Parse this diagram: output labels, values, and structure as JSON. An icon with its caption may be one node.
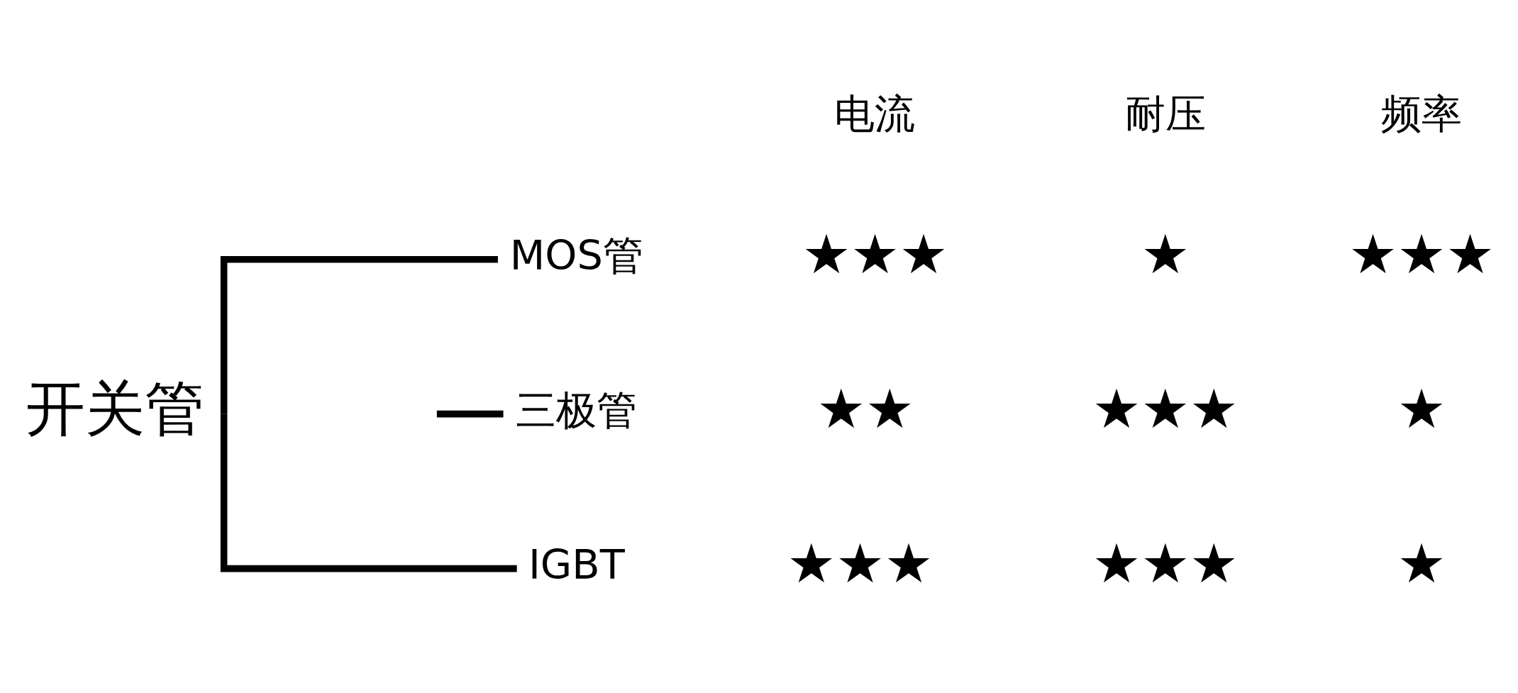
{
  "diagram": {
    "nodes": [
      {
        "text": [
          "开关管"
        ]
      },
      {
        "text": [
          "MOS管"
        ]
      },
      {
        "text": [
          "三极管"
        ]
      },
      {
        "text": [
          "IGBT"
        ]
      }
    ],
    "edges": [
      {
        "from": 0,
        "to": 1,
        "arrow": "none"
      },
      {
        "from": 0,
        "to": 2,
        "arrow": "none"
      },
      {
        "from": 0,
        "to": 3,
        "arrow": "none"
      }
    ],
    "labels": [
      "电流",
      "耐压",
      "频率",
      "★★★",
      "★",
      "★★★",
      "★★",
      "★★★",
      "★",
      "★★★",
      "★★★",
      "★"
    ]
  }
}
